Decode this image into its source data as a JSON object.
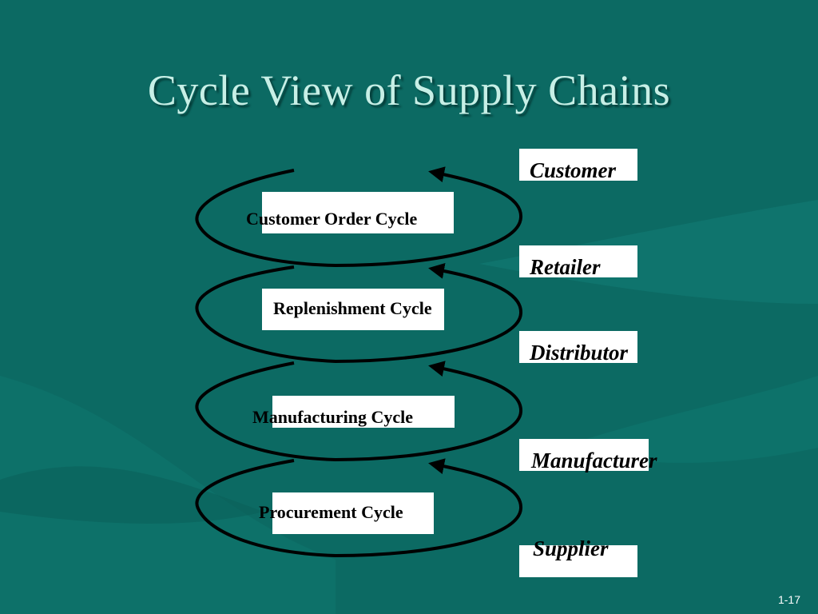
{
  "slide": {
    "title": "Cycle View of Supply Chains",
    "page_number": "1-17"
  },
  "stages": {
    "customer": "Customer",
    "retailer": "Retailer",
    "distributor": "Distributor",
    "manufacturer": "Manufacturer",
    "supplier": "Supplier"
  },
  "cycles": {
    "customer_order": "Customer Order Cycle",
    "replenishment": "Replenishment Cycle",
    "manufacturing": "Manufacturing Cycle",
    "procurement": "Procurement Cycle"
  },
  "colors": {
    "background": "#0c6a63",
    "title": "#c7efe6",
    "box": "#ffffff",
    "arrow": "#000000"
  }
}
